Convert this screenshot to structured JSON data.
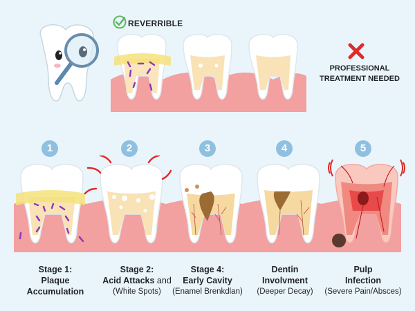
{
  "top": {
    "reversible_label": "REVERRIBLE",
    "reversible_icon": "check-circle-icon",
    "professional_label_line1": "PROFESSIONAL",
    "professional_label_line2": "TREATMENT NEEDED",
    "professional_icon": "x-mark-icon"
  },
  "mascot": {
    "description": "tooth-with-magnifying-glass"
  },
  "stages": [
    {
      "number": "1",
      "title1": "Stage 1:",
      "title2": "Plaque",
      "title3": "Accumulation",
      "subtitle": ""
    },
    {
      "number": "2",
      "title1": "Stage 2:",
      "title2": "Acid Attacks",
      "title2_suffix": " and",
      "subtitle": "(White Spots)"
    },
    {
      "number": "3",
      "title1": "Stage 4:",
      "title2": "Early Cavity",
      "subtitle": "(Enamel Brenkdlan)"
    },
    {
      "number": "4",
      "title1": "Dentin",
      "title2": "Involvment",
      "subtitle": "(Deeper Decay)"
    },
    {
      "number": "5",
      "title1": "Pulp",
      "title2": "Infection",
      "subtitle": "(Severe Pain/Absces)"
    }
  ],
  "colors": {
    "background": "#eaf5fb",
    "badge": "#8fc0e0",
    "gum": "#f2a0a0",
    "gum_dark": "#e98282",
    "enamel": "#ffffff",
    "dentin": "#f9e2b6",
    "plaque": "#f5e27a",
    "bacteria": "#8b3bb8",
    "arrow": "#e02a2a",
    "check": "#5cb85c",
    "cross": "#e02a2a"
  }
}
